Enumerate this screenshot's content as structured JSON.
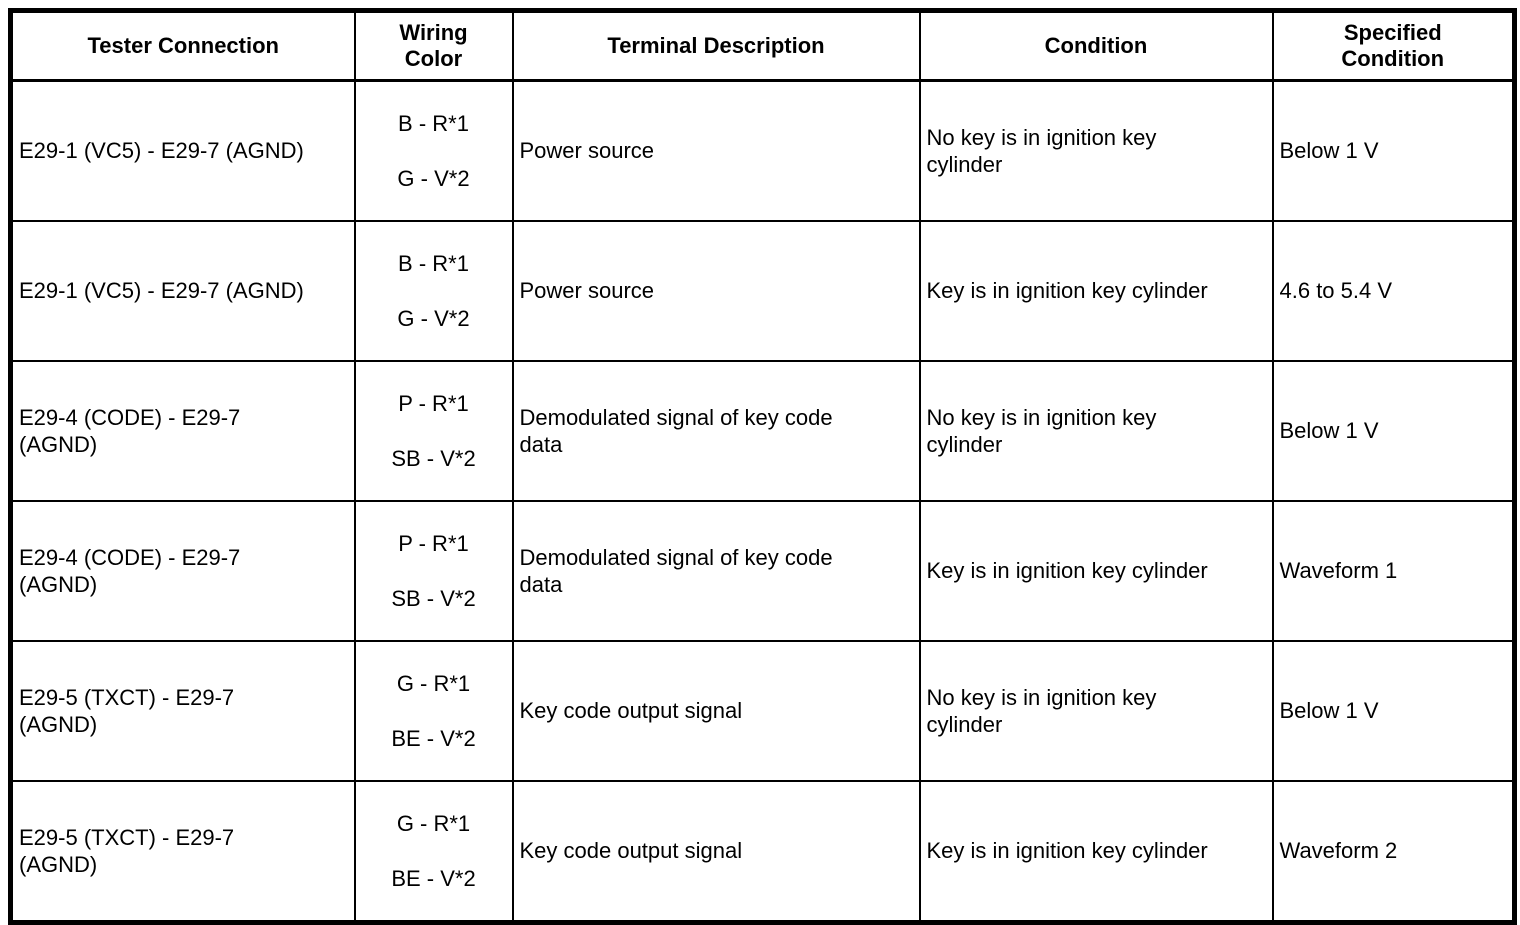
{
  "table": {
    "columns": [
      {
        "label": "Tester Connection"
      },
      {
        "label": "Wiring\nColor"
      },
      {
        "label": "Terminal Description"
      },
      {
        "label": "Condition"
      },
      {
        "label": "Specified\nCondition"
      }
    ],
    "rows": [
      {
        "tester_connection": "E29-1 (VC5) - E29-7 (AGND)",
        "wiring_color": [
          "B - R*1",
          "G - V*2"
        ],
        "terminal_description": "Power source",
        "condition": "No key is in ignition key\ncylinder",
        "specified_condition": "Below 1 V"
      },
      {
        "tester_connection": "E29-1 (VC5) - E29-7 (AGND)",
        "wiring_color": [
          "B - R*1",
          "G - V*2"
        ],
        "terminal_description": "Power source",
        "condition": "Key is in ignition key cylinder",
        "specified_condition": "4.6 to 5.4 V"
      },
      {
        "tester_connection": "E29-4 (CODE) - E29-7\n(AGND)",
        "wiring_color": [
          "P - R*1",
          "SB - V*2"
        ],
        "terminal_description": "Demodulated signal of key code\ndata",
        "condition": "No key is in ignition key\ncylinder",
        "specified_condition": "Below 1 V"
      },
      {
        "tester_connection": "E29-4 (CODE) - E29-7\n(AGND)",
        "wiring_color": [
          "P - R*1",
          "SB - V*2"
        ],
        "terminal_description": "Demodulated signal of key code\ndata",
        "condition": "Key is in ignition key cylinder",
        "specified_condition": "Waveform 1"
      },
      {
        "tester_connection": "E29-5 (TXCT) - E29-7\n(AGND)",
        "wiring_color": [
          "G - R*1",
          "BE - V*2"
        ],
        "terminal_description": "Key code output signal",
        "condition": "No key is in ignition key\ncylinder",
        "specified_condition": "Below 1 V"
      },
      {
        "tester_connection": "E29-5 (TXCT) - E29-7\n(AGND)",
        "wiring_color": [
          "G - R*1",
          "BE - V*2"
        ],
        "terminal_description": "Key code output signal",
        "condition": "Key is in ignition key cylinder",
        "specified_condition": "Waveform 2"
      }
    ],
    "colors": {
      "border": "#000000",
      "background": "#ffffff",
      "text": "#000000"
    }
  }
}
